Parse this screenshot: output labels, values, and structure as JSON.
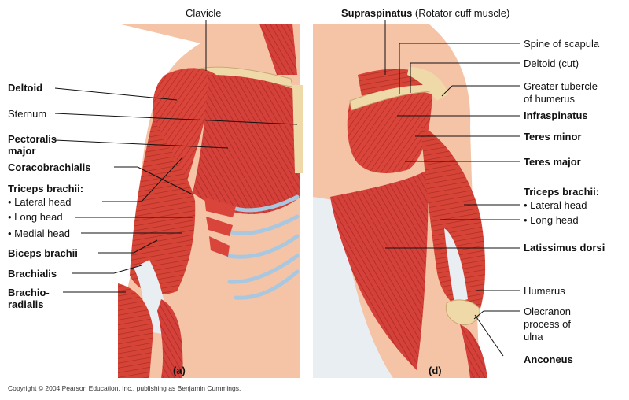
{
  "panels": {
    "front": "(a)",
    "back": "(d)"
  },
  "labels": {
    "clavicle": "Clavicle",
    "deltoid": "Deltoid",
    "sternum": "Sternum",
    "pectoralis_1": "Pectoralis",
    "pectoralis_2": "major",
    "coracobrachialis": "Coracobrachialis",
    "triceps_left": "Triceps brachii:",
    "lateral_head_left": "• Lateral head",
    "long_head_left": "• Long head",
    "medial_head": "• Medial head",
    "biceps": "Biceps brachii",
    "brachialis": "Brachialis",
    "brachioradialis_1": "Brachio-",
    "brachioradialis_2": "radialis",
    "supraspinatus_bold": "Supraspinatus",
    "supraspinatus_rest": " (Rotator cuff muscle)",
    "spine_scapula": "Spine of scapula",
    "deltoid_cut": "Deltoid (cut)",
    "greater_tubercle_1": "Greater tubercle",
    "greater_tubercle_2": "of humerus",
    "infraspinatus": "Infraspinatus",
    "teres_minor": "Teres minor",
    "teres_major": "Teres major",
    "triceps_right": "Triceps brachii:",
    "lateral_head_right": "• Lateral head",
    "long_head_right": "• Long head",
    "latissimus": "Latissimus dorsi",
    "humerus": "Humerus",
    "olecranon_1": "Olecranon",
    "olecranon_2": "process of",
    "olecranon_3": "ulna",
    "anconeus": "Anconeus"
  },
  "copyright": "Copyright © 2004 Pearson Education, Inc., publishing as Benjamin Cummings.",
  "colors": {
    "muscle": "#d9453a",
    "muscle_dark": "#b32a22",
    "skin": "#f5c4a6",
    "bone": "#f0d9a8",
    "tendon": "#e9eef3",
    "cartilage": "#a9c8e0"
  }
}
